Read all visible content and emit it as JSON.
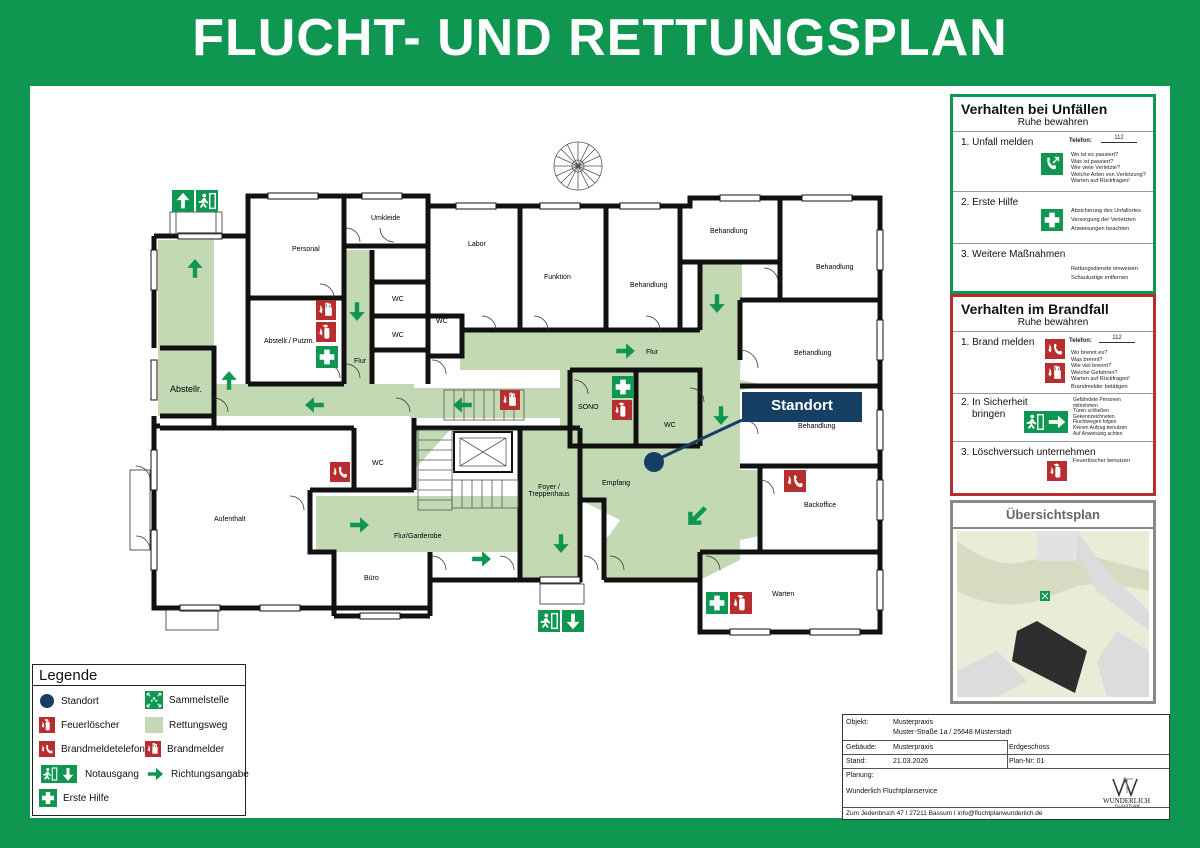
{
  "title": "FLUCHT- UND RETTUNGSPLAN",
  "rooms": {
    "personal": "Personal",
    "umkleide": "Umkleide",
    "labor": "Labor",
    "funktion": "Funktion",
    "behandlung1": "Behandlung",
    "behandlung2": "Behandlung",
    "behandlung3": "Behandlung",
    "behandlung4": "Behandlung",
    "behandlung5": "Behandlung",
    "wc1": "WC",
    "wc2": "WC",
    "wc3": "WC",
    "wc4": "WC",
    "wc5": "WC",
    "abstellr_putzm": "Abstellr./ Putzm.",
    "flur1": "Flur",
    "flur2": "Flur",
    "abstellr": "Abstellr.",
    "sono": "SONO",
    "empfang": "Empfang",
    "foyer": "Foyer / Treppenhaus",
    "aufenthalt": "Aufenthalt",
    "flur_garderobe": "Flur/Garderobe",
    "buero": "Büro",
    "backoffice": "Backoffice",
    "warten": "Warten"
  },
  "standort_label": "Standort",
  "legend": {
    "title": "Legende",
    "items": [
      "Standort",
      "Sammelstelle",
      "Feuerlöscher",
      "Rettungsweg",
      "Brandmeldetelefon",
      "Brandmelder",
      "Notausgang",
      "Richtungsangabe",
      "Erste Hilfe"
    ]
  },
  "unfall": {
    "title": "Verhalten bei Unfällen",
    "subtitle": "Ruhe bewahren",
    "step1": "1. Unfall melden",
    "tel_label": "Telefon:",
    "tel": "112",
    "step1_text": [
      "Wo ist es passiert?",
      "Was ist passiert?",
      "Wie viele Verletzte?",
      "Welche Arten von Verletzung?",
      "Warten auf Rückfragen!"
    ],
    "step2": "2. Erste Hilfe",
    "step2_text": [
      "Absicherung des Unfallortes",
      "Versorgung der Verletzten",
      "Anweisungen beachten"
    ],
    "step3": "3. Weitere Maßnahmen",
    "step3_text": [
      "Rettungsdienste einweisen",
      "Schaulustige entfernen"
    ]
  },
  "brand": {
    "title": "Verhalten im Brandfall",
    "subtitle": "Ruhe bewahren",
    "step1": "1. Brand melden",
    "tel_label": "Telefon:",
    "tel": "112",
    "step1_text": [
      "Wo brennt es?",
      "Was brennt?",
      "Wie viel brennt?",
      "Welche Gefahren?",
      "Warten auf Rückfragen!"
    ],
    "step1_extra": "Brandmelder betätigen",
    "step2a": "2. In Sicherheit",
    "step2b": "bringen",
    "step2_text": [
      "Gefährdete Personen",
      "mitnehmen",
      "Türen schließen",
      "Gekennzeichneten",
      "Fluchtwegen folgen",
      "Keinen Aufzug benutzen",
      "Auf Anweisung achten"
    ],
    "step3": "3. Löschversuch unternehmen",
    "step3_text": "Feuerlöscher benutzen"
  },
  "uebersicht": {
    "title": "Übersichtsplan"
  },
  "info": {
    "objekt_label": "Objekt:",
    "objekt": "Musterpraxis",
    "adresse": "Muster-Straße 1a / 25648 Musterstadt",
    "gebaeude_label": "Gebäude:",
    "gebaeude": "Musterpraxis",
    "geschoss": "Erdgeschoss",
    "stand_label": "Stand:",
    "stand": "21.03.2026",
    "plannr": "Plan-Nr: 01",
    "planung_label": "Planung:",
    "planer": "Wunderlich Fluchtplanservice",
    "footer": "Zum Jedenbruch 47 I 27211 Bassum I info@fluchtplanwunderlich.de",
    "logo": "WUNDERLICH",
    "logo_sub": "FLUCHTPLÄNE"
  },
  "colors": {
    "green": "#0f9650",
    "route": "#c3d9b4",
    "red": "#b82e2e",
    "navy": "#173f63",
    "wall": "#111111"
  }
}
